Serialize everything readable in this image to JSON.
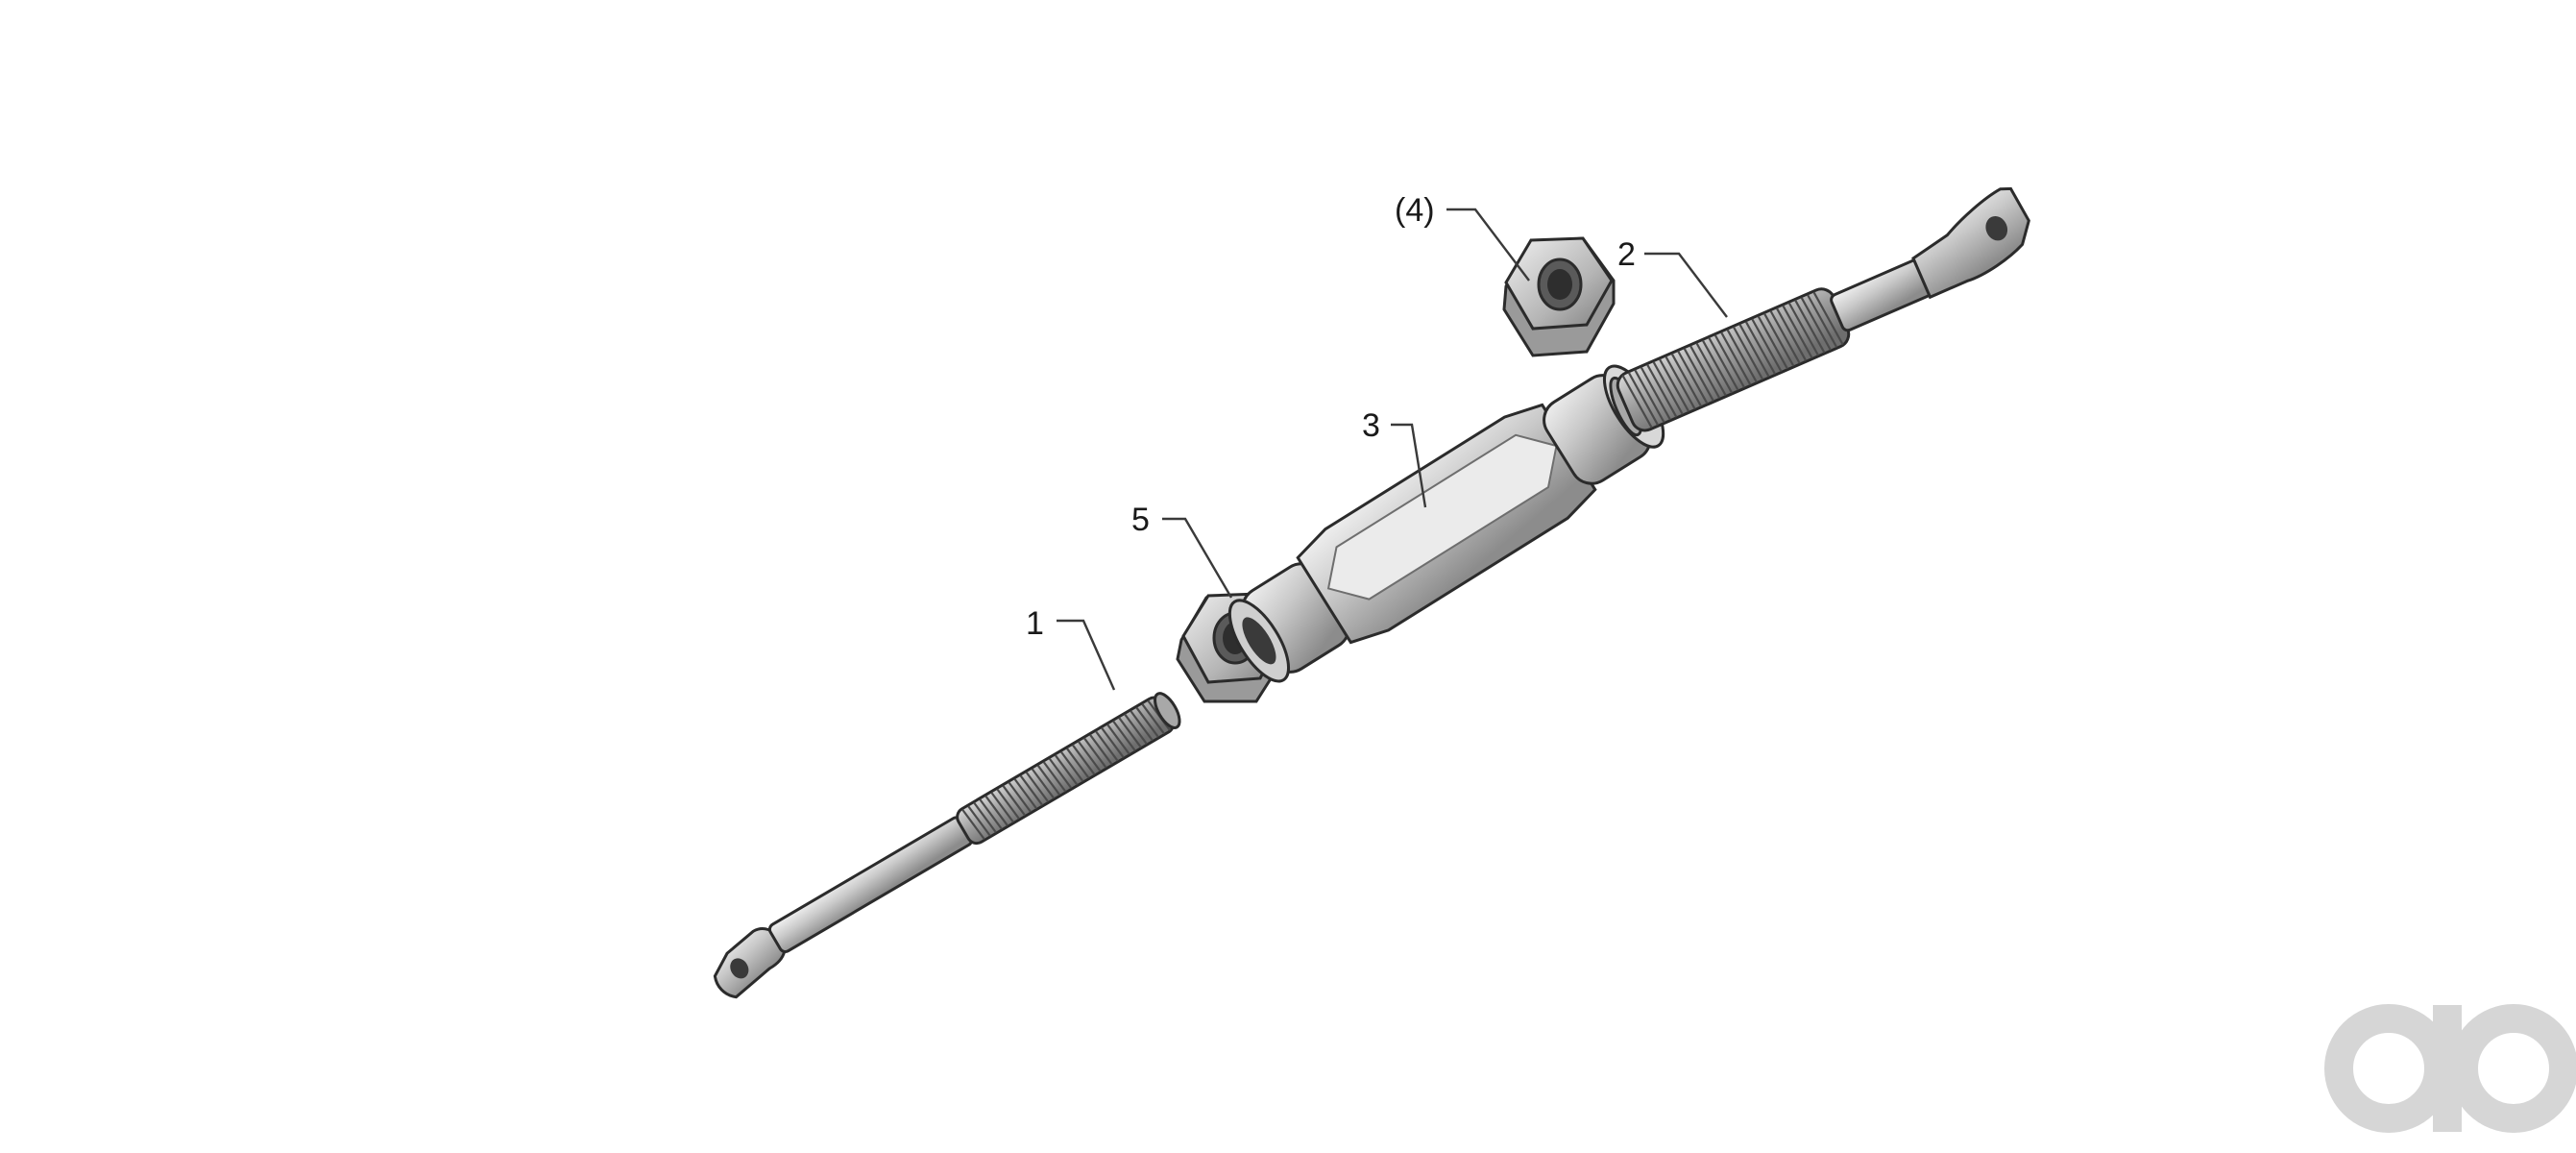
{
  "diagram": {
    "parts": [
      {
        "id": "rod-left",
        "callout": "1"
      },
      {
        "id": "rod-right",
        "callout": "2"
      },
      {
        "id": "sleeve",
        "callout": "3"
      },
      {
        "id": "nut-upper",
        "callout": "(4)"
      },
      {
        "id": "nut-lower",
        "callout": "5"
      }
    ]
  },
  "colors": {
    "metal_light": "#e8e8e8",
    "metal_mid": "#bdbdbd",
    "metal_dark": "#8a8a8a",
    "outline": "#2b2b2b",
    "watermark": "#d6d6d6"
  },
  "watermark": {
    "text": "ao",
    "icon": "ao-logo-icon"
  }
}
